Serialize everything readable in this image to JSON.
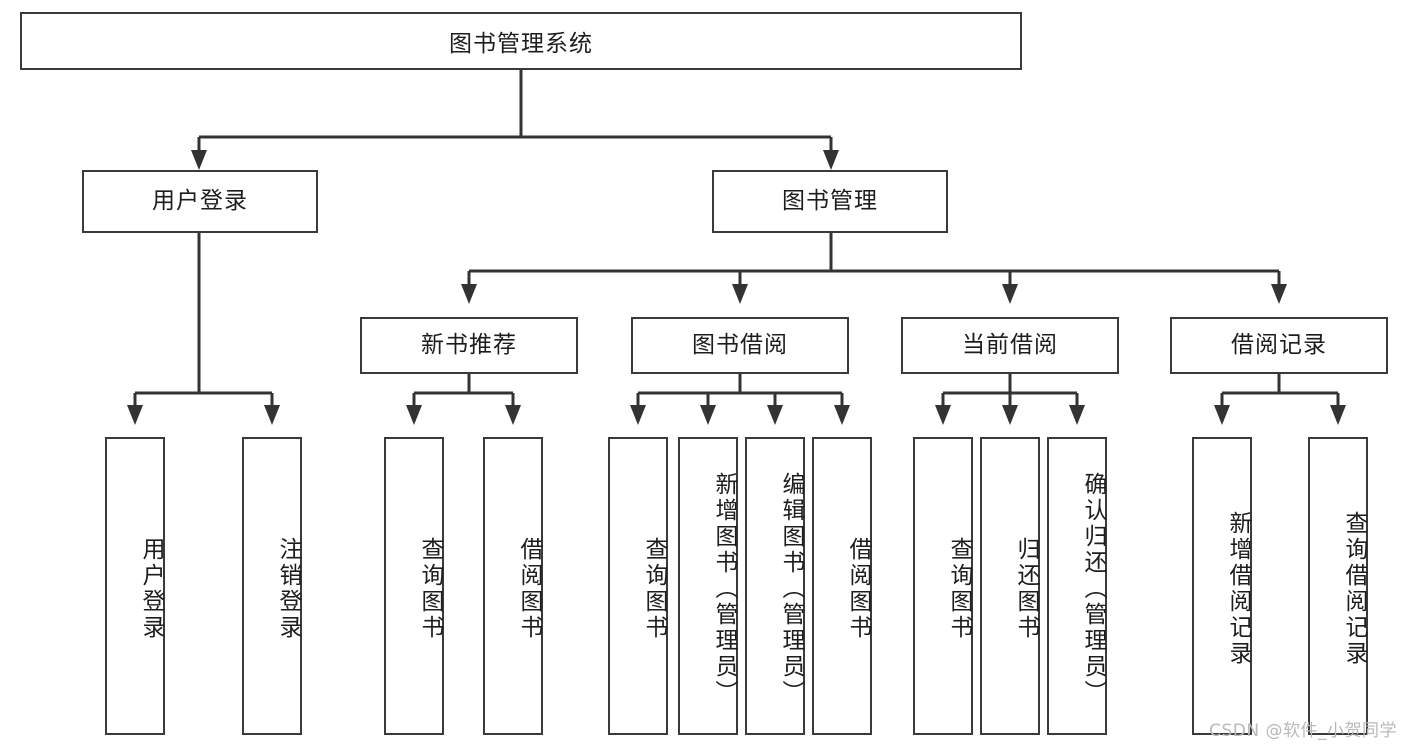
{
  "diagram": {
    "title": "图书管理系统",
    "type": "tree-hierarchy-chart",
    "root": {
      "label": "图书管理系统"
    },
    "level2": [
      {
        "id": "user-login",
        "label": "用户登录"
      },
      {
        "id": "book-management",
        "label": "图书管理"
      }
    ],
    "level3": [
      {
        "id": "new-book-recommend",
        "label": "新书推荐",
        "parent": "book-management"
      },
      {
        "id": "book-borrow",
        "label": "图书借阅",
        "parent": "book-management"
      },
      {
        "id": "current-borrow",
        "label": "当前借阅",
        "parent": "book-management"
      },
      {
        "id": "borrow-record",
        "label": "借阅记录",
        "parent": "book-management"
      }
    ],
    "leaves": {
      "user-login": [
        {
          "id": "leaf-user-login",
          "label": "用户登录"
        },
        {
          "id": "leaf-logout-login",
          "label": "注销登录"
        }
      ],
      "new-book-recommend": [
        {
          "id": "leaf-query-book-1",
          "label": "查询图书"
        },
        {
          "id": "leaf-borrow-book-1",
          "label": "借阅图书"
        }
      ],
      "book-borrow": [
        {
          "id": "leaf-query-book-2",
          "label": "查询图书"
        },
        {
          "id": "leaf-add-book",
          "label": "新增图书（管理员）"
        },
        {
          "id": "leaf-edit-book",
          "label": "编辑图书（管理员）"
        },
        {
          "id": "leaf-borrow-book-2",
          "label": "借阅图书"
        }
      ],
      "current-borrow": [
        {
          "id": "leaf-query-book-3",
          "label": "查询图书"
        },
        {
          "id": "leaf-return-book",
          "label": "归还图书"
        },
        {
          "id": "leaf-confirm-return",
          "label": "确认归还（管理员）"
        }
      ],
      "borrow-record": [
        {
          "id": "leaf-add-record",
          "label": "新增借阅记录"
        },
        {
          "id": "leaf-query-record",
          "label": "查询借阅记录"
        }
      ]
    }
  },
  "style": {
    "box_border_color": "#3a3a3a",
    "box_fill_color": "#ffffff",
    "connector_color": "#333333",
    "text_color": "#1d1d1d",
    "background_color": "#ffffff"
  },
  "watermark": {
    "text": "CSDN @软件_小贺同学"
  }
}
